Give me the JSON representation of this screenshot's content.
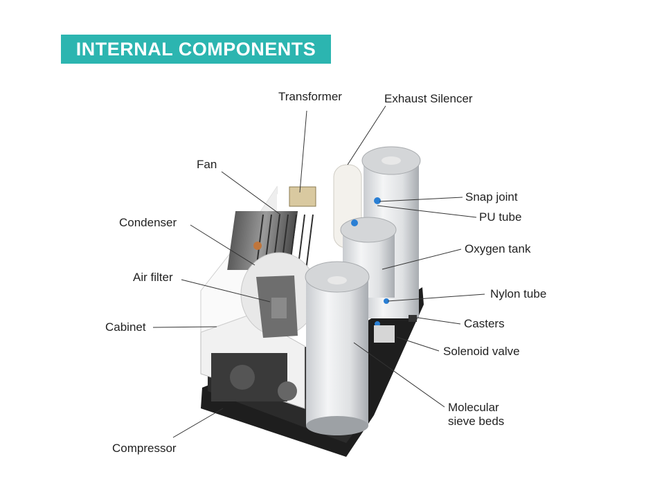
{
  "title": "INTERNAL COMPONENTS",
  "accent_color": "#2cb5b0",
  "labels": {
    "transformer": "Transformer",
    "exhaust_silencer": "Exhaust Silencer",
    "fan": "Fan",
    "condenser": "Condenser",
    "air_filter": "Air filter",
    "cabinet": "Cabinet",
    "compressor": "Compressor",
    "snap_joint": "Snap joint",
    "pu_tube": "PU tube",
    "oxygen_tank": "Oxygen tank",
    "nylon_tube": "Nylon tube",
    "casters": "Casters",
    "solenoid_valve": "Solenoid valve",
    "molecular_line1": "Molecular",
    "molecular_line2": "sieve beds"
  }
}
